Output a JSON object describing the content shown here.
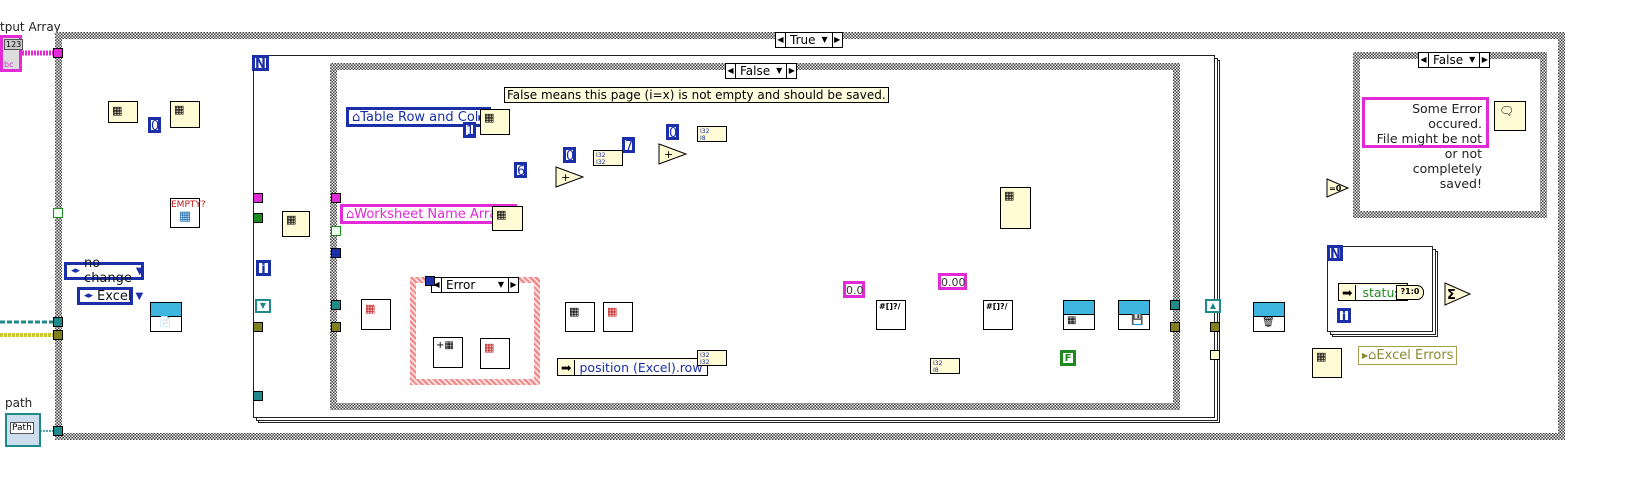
{
  "diagram": {
    "title": "LabVIEW block diagram - Excel report save",
    "labels": {
      "output_array": "tput Array",
      "path": "path"
    },
    "terminals": {
      "output_array_type": "123",
      "output_array_sub": "bc",
      "path_control": "Path"
    },
    "case_structures": {
      "outer_case": {
        "selector_value": "True"
      },
      "inner_case": {
        "selector_value": "False"
      },
      "error_case": {
        "selector_value": "Error"
      },
      "message_case": {
        "selector_value": "False"
      }
    },
    "comment": "False means this page (i=x) is not empty and should be saved.",
    "rings": {
      "no_change": "no change",
      "excel": "Excel"
    },
    "globals": {
      "table_row_and_col": "Table Row and Col",
      "worksheet_name_array": "Worksheet Name Array",
      "position_excel_row": "position (Excel).row",
      "excel_errors": "Excel Errors"
    },
    "constants": {
      "zero_a": "0",
      "one": "1",
      "six": "6",
      "zero_b": "0",
      "seven": "7",
      "zero_c": "0",
      "float_1": "0.0",
      "float_2": "0.00",
      "bool_false": "F"
    },
    "nodes": {
      "empty_check": "EMPTY?",
      "format_1": "#[]?/",
      "format_2": "#[]?/",
      "equal_zero": "=0",
      "status_unbundle": "status",
      "bool_to_int": "?1:0",
      "sum": "Σ",
      "loop_count": "N",
      "loop_index": "i",
      "add": "+"
    },
    "error_message": [
      "Some Error occured.",
      "File might be not or not",
      "completely saved!"
    ],
    "wire_colors": {
      "string_array": "#e22ad6",
      "integer": "#1a2fa8",
      "cluster": "#8b5a2b",
      "error": "#c8c830",
      "refnum": "#1f8a8a",
      "boolean": "#1f8a1f"
    }
  }
}
